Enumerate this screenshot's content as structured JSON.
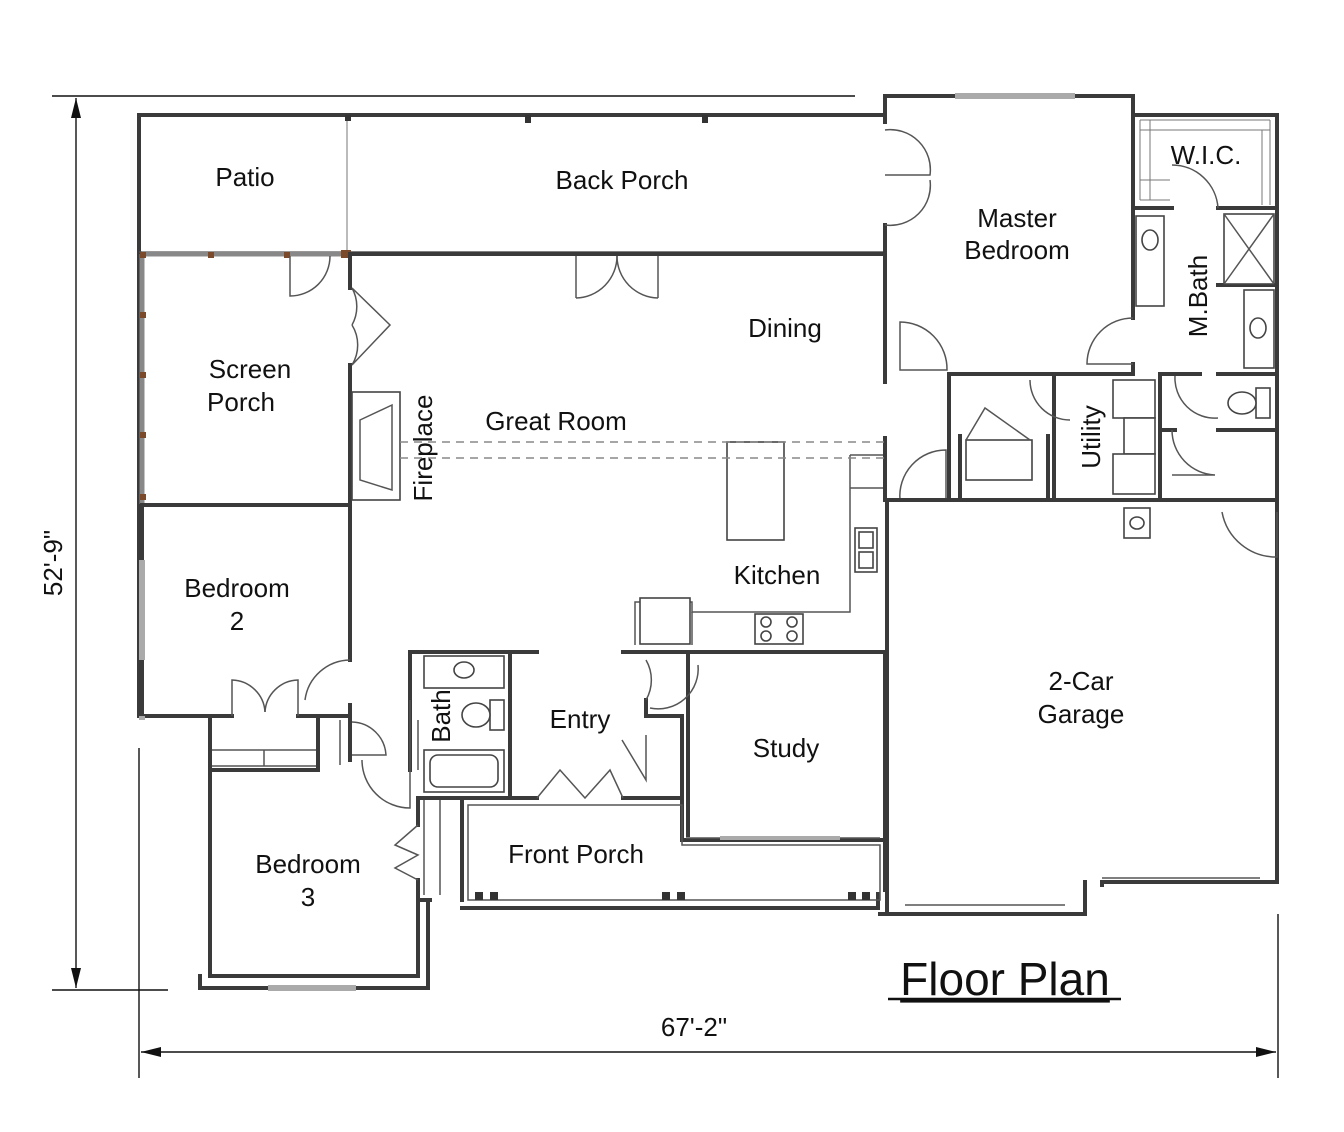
{
  "title": "Floor Plan",
  "dimensions": {
    "width": "67'-2\"",
    "depth": "52'-9\""
  },
  "rooms": {
    "patio": "Patio",
    "back_porch": "Back Porch",
    "master_bedroom": [
      "Master",
      "Bedroom"
    ],
    "wic": "W.I.C.",
    "m_bath": "M.Bath",
    "dining": "Dining",
    "screen_porch": [
      "Screen",
      "Porch"
    ],
    "fireplace": "Fireplace",
    "great_room": "Great Room",
    "utility": "Utility",
    "kitchen": "Kitchen",
    "bedroom2": [
      "Bedroom",
      "2"
    ],
    "bath": "Bath",
    "entry": "Entry",
    "study": "Study",
    "garage": [
      "2-Car",
      "Garage"
    ],
    "bedroom3": [
      "Bedroom",
      "3"
    ],
    "front_porch": "Front Porch"
  }
}
